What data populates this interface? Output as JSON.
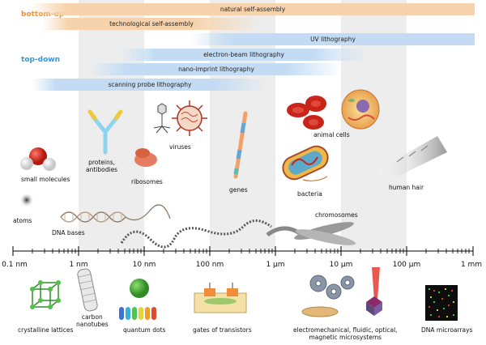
{
  "colors": {
    "bottom_up": "#f3922d",
    "top_down": "#2d9ae6",
    "bar_orange": "#f6d3ad",
    "bar_blue": "#c3dcf4",
    "band_gray": "#ededed"
  },
  "side_labels": {
    "bottom_up": "bottom-up",
    "top_down": "top-down"
  },
  "bars": {
    "natural": "natural self-assembly",
    "technological": "technological self-assembly",
    "uv": "UV lithography",
    "ebeam": "electron-beam lithography",
    "nanoimprint": "nano-imprint lithography",
    "probe": "scanning probe lithography"
  },
  "scale_ticks": [
    "0.1 nm",
    "1 nm",
    "10 nm",
    "100 nm",
    "1 µm",
    "10 µm",
    "100 µm",
    "1 mm"
  ],
  "natural_objects": {
    "atoms": "atoms",
    "small_molecules": "small molecules",
    "dna_bases": "DNA bases",
    "proteins": "proteins,\nantibodies",
    "ribosomes": "ribosomes",
    "viruses": "viruses",
    "genes": "genes",
    "animal_cells": "animal cells",
    "bacteria": "bacteria",
    "chromosomes": "chromosomes",
    "human_hair": "human hair"
  },
  "technological_objects": {
    "lattices": "crystalline lattices",
    "nanotubes": "carbon\nnanotubes",
    "quantum_dots": "quantum dots",
    "transistors": "gates of transistors",
    "microsystems": "electromechanical, fluidic, optical,\nmagnetic microsystems",
    "microarrays": "DNA microarrays"
  }
}
